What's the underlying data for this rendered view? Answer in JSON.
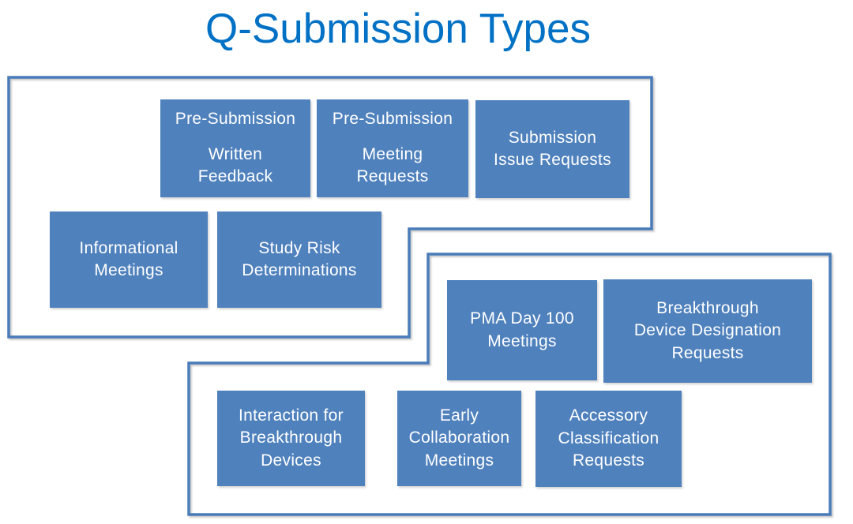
{
  "title": {
    "text": "Q-Submission Types"
  },
  "colors": {
    "title_text": "#0071C5",
    "box_fill": "#4F81BD",
    "box_text": "#FFFFFF",
    "group_outline": "#4A7CBA",
    "background": "#FFFFFF"
  },
  "groups": [
    {
      "name": "pre-submission-group",
      "box_count": 5
    },
    {
      "name": "other-q-submission-group",
      "box_count": 5
    }
  ],
  "boxes": [
    {
      "label": "Pre-Submission Written Feedback",
      "text": "Pre-Submission",
      "text2": "Written\nFeedback"
    },
    {
      "label": "Pre-Submission Meeting Requests",
      "text": "Pre-Submission",
      "text2": "Meeting\nRequests"
    },
    {
      "label": "Submission Issue Requests",
      "text": "Submission\nIssue Requests"
    },
    {
      "label": "Informational Meetings",
      "text": "Informational\nMeetings"
    },
    {
      "label": "Study Risk Determinations",
      "text": "Study Risk\nDeterminations"
    },
    {
      "label": "PMA Day 100 Meetings",
      "text": "PMA Day 100\nMeetings"
    },
    {
      "label": "Breakthrough Device Designation Requests",
      "text": "Breakthrough\nDevice Designation\nRequests"
    },
    {
      "label": "Interaction for Breakthrough Devices",
      "text": "Interaction for\nBreakthrough\nDevices"
    },
    {
      "label": "Early Collaboration Meetings",
      "text": "Early\nCollaboration\nMeetings"
    },
    {
      "label": "Accessory Classification Requests",
      "text": "Accessory\nClassification\nRequests"
    }
  ]
}
